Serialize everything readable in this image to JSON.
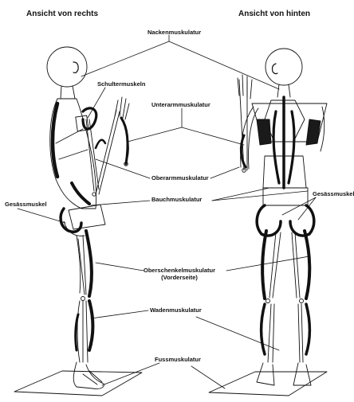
{
  "headings": {
    "left": "Ansicht von rechts",
    "right": "Ansicht von hinten"
  },
  "labels": {
    "nacken": "Nackenmuskulatur",
    "schulter": "Schultermuskeln",
    "unterarm": "Unterarmmuskulatur",
    "oberarm": "Oberarmmuskulatur",
    "bauch": "Bauchmuskulatur",
    "gesaess_left": "Gesässmuskel",
    "gesaess_right": "Gesässmuskel",
    "oberschenkel_1": "Oberschenkelmuskulatur",
    "oberschenkel_2": "(Vorderseite)",
    "waden": "Wadenmuskulatur",
    "fuss": "Fussmuskulatur"
  },
  "colors": {
    "ink": "#111111",
    "background": "#ffffff",
    "muscle": "#1a1a1a"
  }
}
